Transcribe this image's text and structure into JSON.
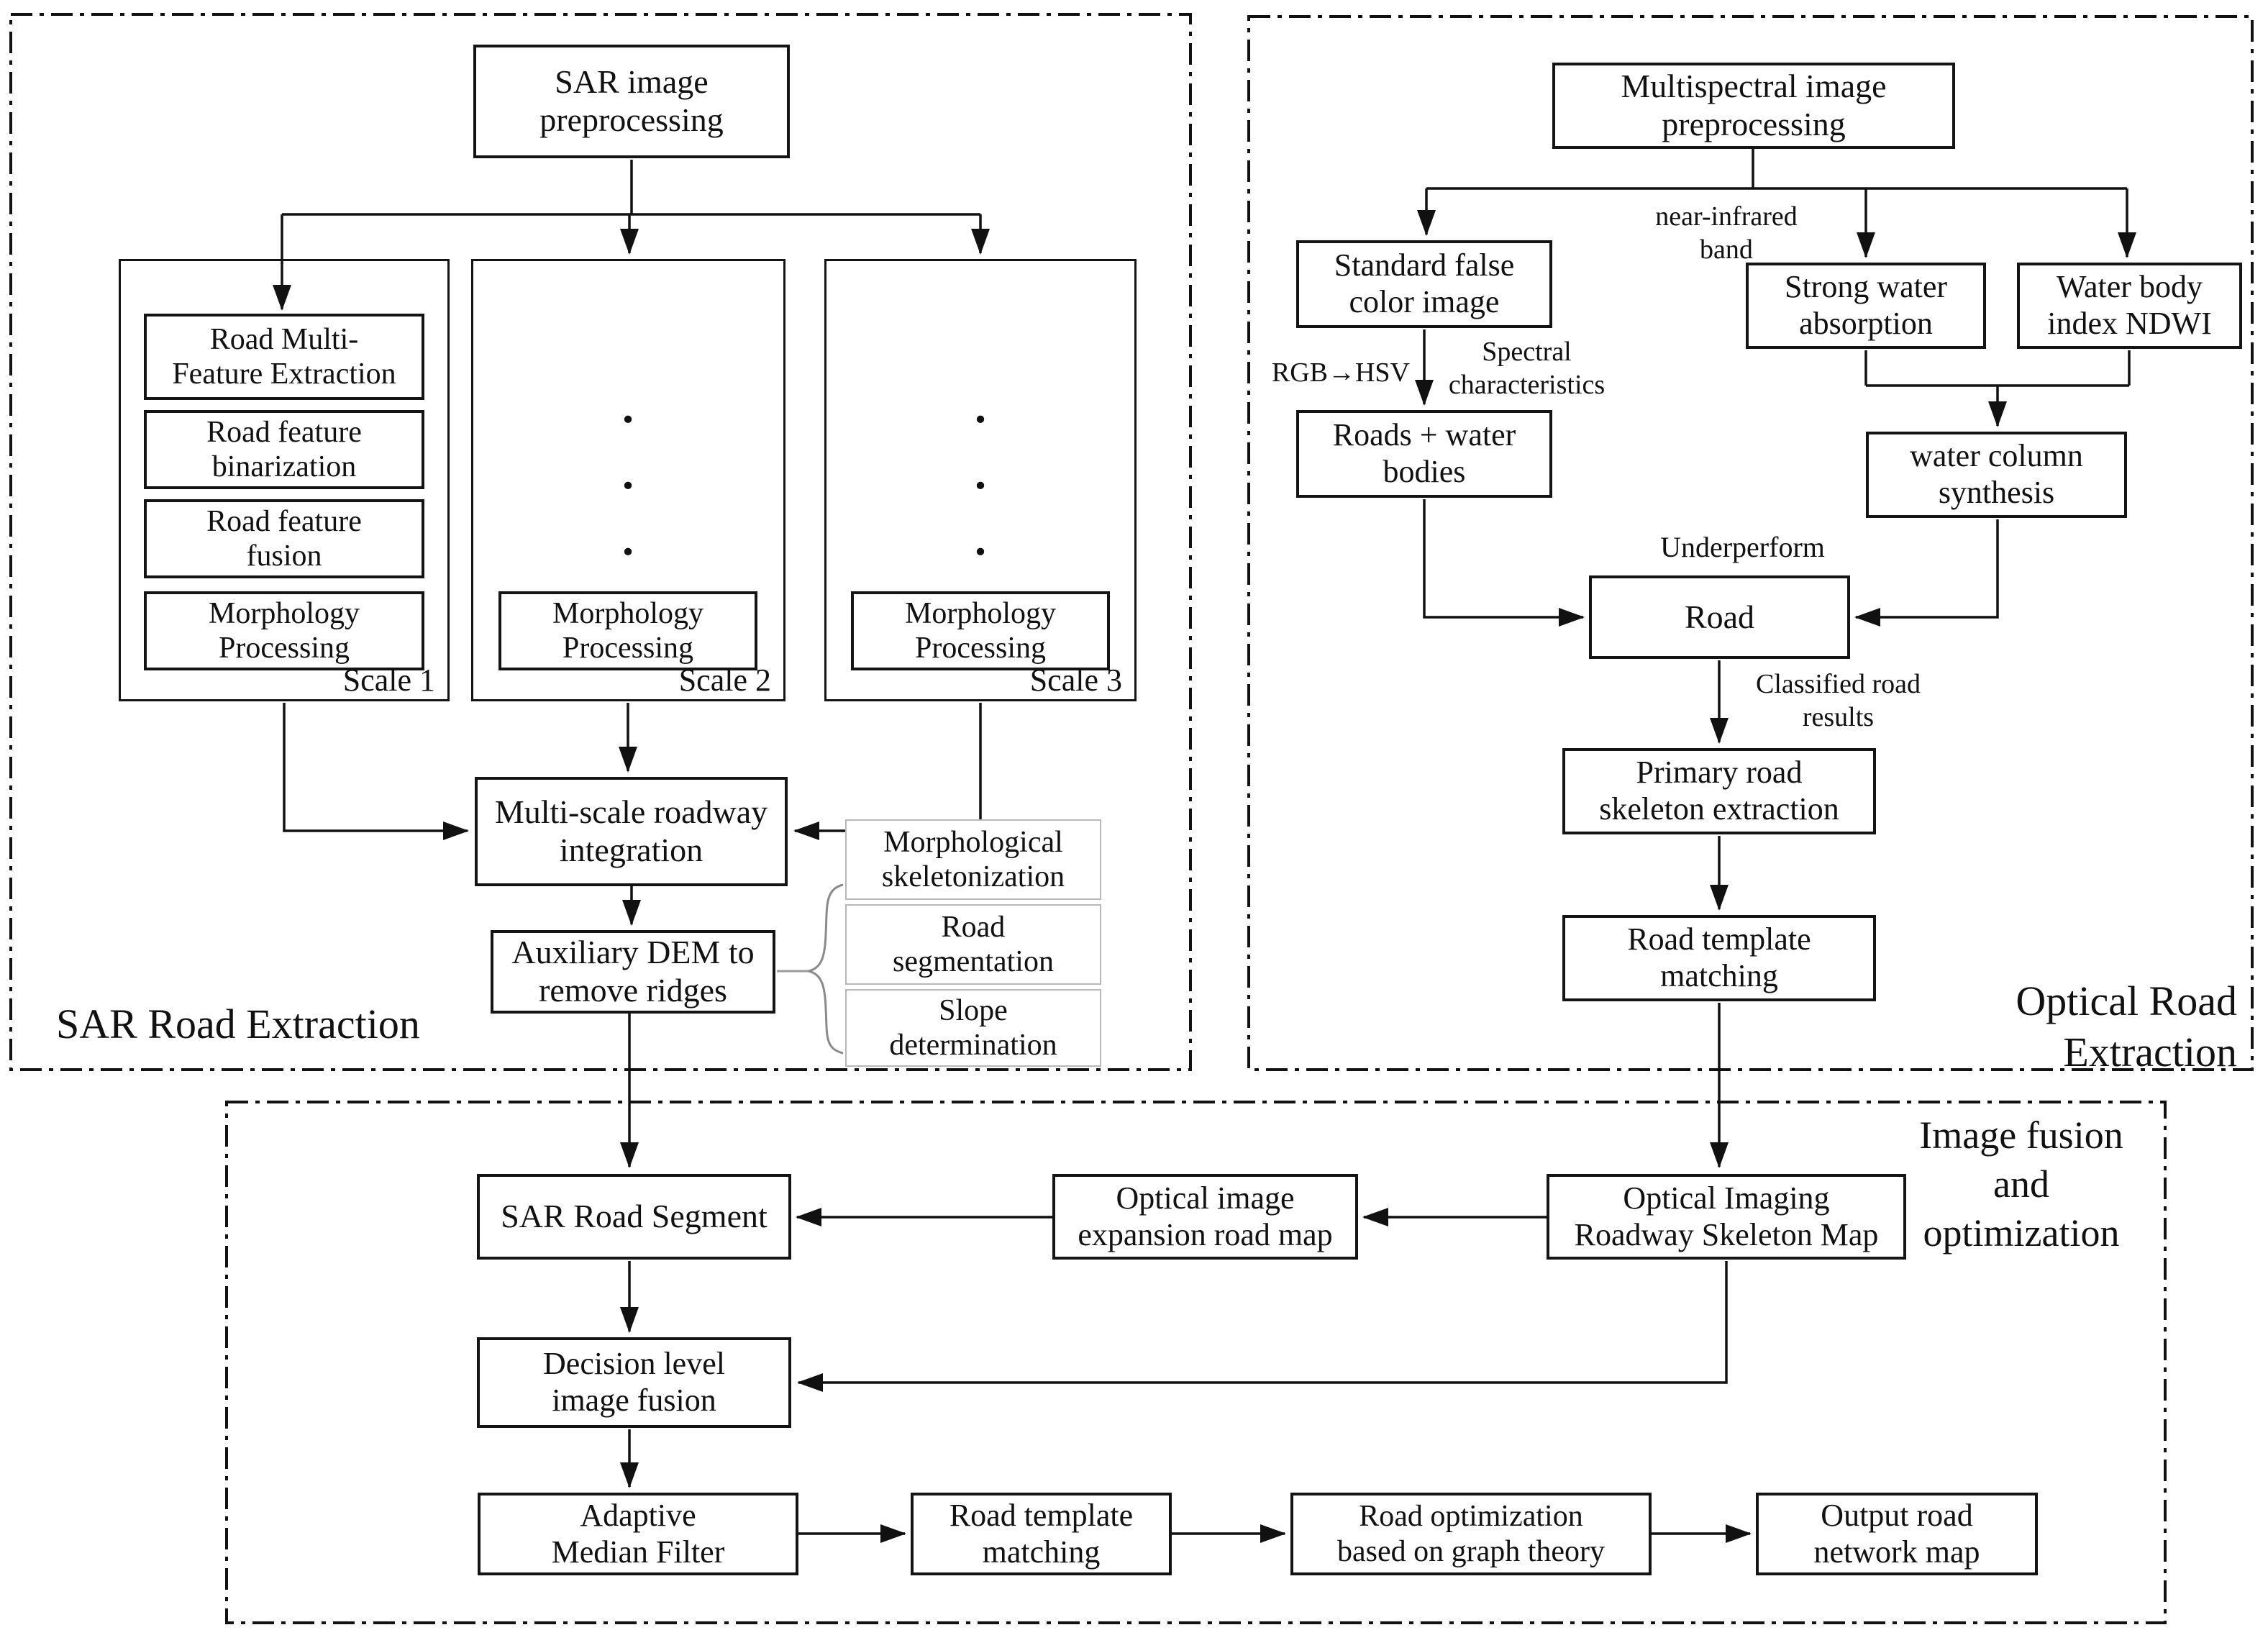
{
  "colors": {
    "line": "#111111",
    "box_border": "#141414",
    "light_box_border": "#b8b8b8",
    "background": "#ffffff"
  },
  "sar": {
    "section_label": "SAR Road Extraction",
    "preprocessing": "SAR image\npreprocessing",
    "scale1_label": "Scale 1",
    "scale2_label": "Scale 2",
    "scale3_label": "Scale 3",
    "road_multi_feature": "Road Multi-\nFeature Extraction",
    "road_feature_binarization": "Road feature\nbinarization",
    "road_feature_fusion": "Road feature\nfusion",
    "morphology": "Morphology\nProcessing",
    "ellipsis": ".\n.\n.",
    "multi_scale_integration": "Multi-scale roadway\nintegration",
    "aux_dem": "Auxiliary DEM to\nremove ridges",
    "morphological_skeletonization": "Morphological\nskeletonization",
    "road_segmentation": "Road\nsegmentation",
    "slope_determination": "Slope\ndetermination"
  },
  "optical": {
    "section_label": "Optical Road Extraction",
    "preprocessing": "Multispectral image\npreprocessing",
    "near_infrared_band": "near-infrared\nband",
    "standard_false_color": "Standard false\ncolor image",
    "strong_water_absorption": "Strong water\nabsorption",
    "water_body_index": "Water body\nindex NDWI",
    "rgb_hsv": "RGB→HSV",
    "spectral_characteristics": "Spectral\ncharacteristics",
    "roads_water_bodies": "Roads + water\nbodies",
    "water_column_synthesis": "water column\nsynthesis",
    "underperform": "Underperform",
    "road": "Road",
    "classified_road_results": "Classified road\nresults",
    "primary_skeleton_extraction": "Primary road\nskeleton extraction",
    "road_template_matching": "Road template\nmatching"
  },
  "fusion": {
    "section_label": "Image fusion\nand\noptimization",
    "sar_road_segment": "SAR Road Segment",
    "optical_expansion_map": "Optical image\nexpansion road map",
    "optical_skeleton_map": "Optical Imaging\nRoadway Skeleton Map",
    "decision_level_fusion": "Decision level\nimage fusion",
    "adaptive_median_filter": "Adaptive\nMedian Filter",
    "road_template_matching": "Road template\nmatching",
    "graph_optimization": "Road optimization\nbased on graph theory",
    "output_road_map": "Output road\nnetwork map"
  }
}
